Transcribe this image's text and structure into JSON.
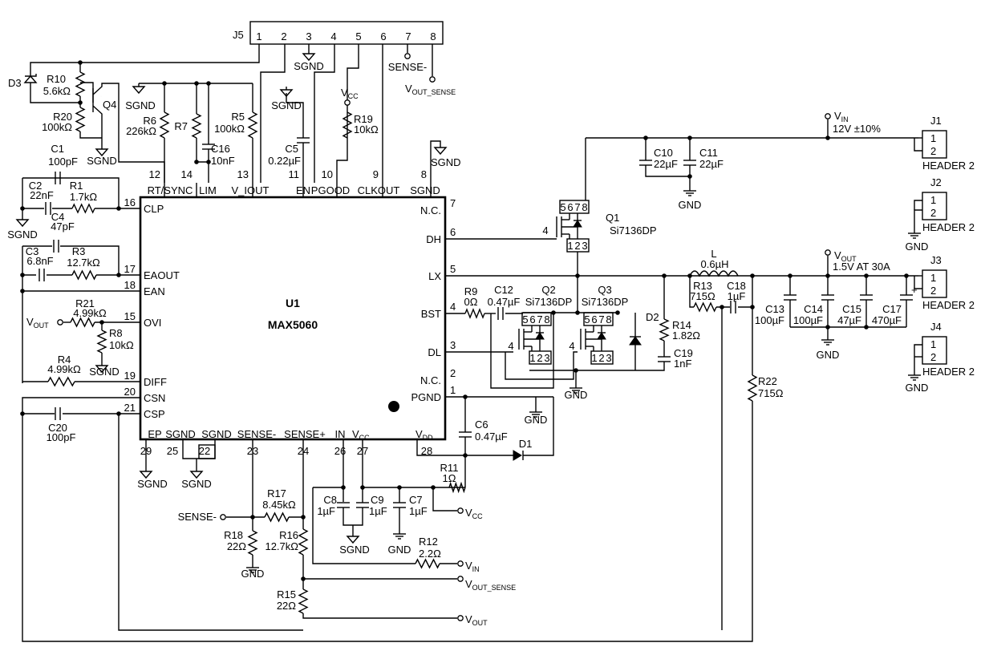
{
  "title": "",
  "ic": {
    "ref": "U1",
    "part": "MAX5060",
    "left_pins": [
      {
        "num": "16",
        "name": "CLP"
      },
      {
        "num": "17",
        "name": "EAOUT"
      },
      {
        "num": "18",
        "name": "EAN"
      },
      {
        "num": "15",
        "name": "OVI"
      },
      {
        "num": "19",
        "name": "DIFF"
      },
      {
        "num": "20",
        "name": "CSN"
      },
      {
        "num": "21",
        "name": "CSP"
      }
    ],
    "top_pins": [
      {
        "num": "12",
        "name": "RT/SYNC"
      },
      {
        "num": "14",
        "name": "LIM"
      },
      {
        "num": "13",
        "name": "V_IOUT"
      },
      {
        "num": "11",
        "name": "EN"
      },
      {
        "num": "10",
        "name": "PGOOD"
      },
      {
        "num": "9",
        "name": "CLKOUT"
      },
      {
        "num": "8",
        "name": "SGND"
      }
    ],
    "right_pins": [
      {
        "num": "7",
        "name": "N.C."
      },
      {
        "num": "6",
        "name": "DH"
      },
      {
        "num": "5",
        "name": "LX"
      },
      {
        "num": "4",
        "name": "BST"
      },
      {
        "num": "3",
        "name": "DL"
      },
      {
        "num": "2",
        "name": "N.C."
      },
      {
        "num": "1",
        "name": "PGND"
      }
    ],
    "bottom_pins": [
      {
        "num": "29",
        "name": "EP"
      },
      {
        "num": "25",
        "name": "SGND"
      },
      {
        "num": "22",
        "name": "SGND"
      },
      {
        "num": "23",
        "name": "SENSE-"
      },
      {
        "num": "24",
        "name": "SENSE+"
      },
      {
        "num": "26",
        "name": "IN"
      },
      {
        "num": "27",
        "name": "VCC"
      },
      {
        "num": "28",
        "name": "VDD"
      }
    ]
  },
  "connector_j5": {
    "ref": "J5",
    "pins": [
      "1",
      "2",
      "3",
      "4",
      "5",
      "6",
      "7",
      "8"
    ],
    "sense_minus": "SENSE-",
    "vout_sense": "VOUT_SENSE",
    "sgnd": "SGND"
  },
  "components": [
    {
      "ref": "D3",
      "value": ""
    },
    {
      "ref": "R10",
      "value": "5.6kΩ"
    },
    {
      "ref": "R20",
      "value": "100kΩ"
    },
    {
      "ref": "Q4",
      "value": ""
    },
    {
      "ref": "R6",
      "value": "226kΩ"
    },
    {
      "ref": "R7",
      "value": ""
    },
    {
      "ref": "C16",
      "value": "10nF"
    },
    {
      "ref": "R5",
      "value": "100kΩ"
    },
    {
      "ref": "C5",
      "value": "0.22µF"
    },
    {
      "ref": "R19",
      "value": "10kΩ"
    },
    {
      "ref": "C1",
      "value": "100pF"
    },
    {
      "ref": "C2",
      "value": "22nF"
    },
    {
      "ref": "R1",
      "value": "1.7kΩ"
    },
    {
      "ref": "C4",
      "value": "47pF"
    },
    {
      "ref": "C3",
      "value": "6.8nF"
    },
    {
      "ref": "R3",
      "value": "12.7kΩ"
    },
    {
      "ref": "R21",
      "value": "4.99kΩ"
    },
    {
      "ref": "R8",
      "value": "10kΩ"
    },
    {
      "ref": "R4",
      "value": "4.99kΩ"
    },
    {
      "ref": "C20",
      "value": "100pF"
    },
    {
      "ref": "Q1",
      "value": "Si7136DP"
    },
    {
      "ref": "Q2",
      "value": "Si7136DP"
    },
    {
      "ref": "Q3",
      "value": "Si7136DP"
    },
    {
      "ref": "C10",
      "value": "22µF"
    },
    {
      "ref": "C11",
      "value": "22µF"
    },
    {
      "ref": "L",
      "value": "0.6µH"
    },
    {
      "ref": "R13",
      "value": "715Ω"
    },
    {
      "ref": "C18",
      "value": "1µF"
    },
    {
      "ref": "R14",
      "value": "1.82Ω"
    },
    {
      "ref": "D2",
      "value": ""
    },
    {
      "ref": "C19",
      "value": "1nF"
    },
    {
      "ref": "R9",
      "value": "0Ω"
    },
    {
      "ref": "C12",
      "value": "0.47µF"
    },
    {
      "ref": "C6",
      "value": "0.47µF"
    },
    {
      "ref": "D1",
      "value": ""
    },
    {
      "ref": "R11",
      "value": "1Ω"
    },
    {
      "ref": "C8",
      "value": "1µF"
    },
    {
      "ref": "C9",
      "value": "1µF"
    },
    {
      "ref": "C7",
      "value": "1µF"
    },
    {
      "ref": "R12",
      "value": "2.2Ω"
    },
    {
      "ref": "R17",
      "value": "8.45kΩ"
    },
    {
      "ref": "R18",
      "value": "22Ω"
    },
    {
      "ref": "R16",
      "value": "12.7kΩ"
    },
    {
      "ref": "R15",
      "value": "22Ω"
    },
    {
      "ref": "R22",
      "value": "715Ω"
    },
    {
      "ref": "C13",
      "value": "100µF"
    },
    {
      "ref": "C14",
      "value": "100µF"
    },
    {
      "ref": "C15",
      "value": "47µF"
    },
    {
      "ref": "C17",
      "value": "470µF"
    }
  ],
  "headers": [
    {
      "ref": "J1",
      "label": "HEADER 2",
      "pins": [
        "1",
        "2"
      ]
    },
    {
      "ref": "J2",
      "label": "HEADER 2",
      "pins": [
        "1",
        "2"
      ]
    },
    {
      "ref": "J3",
      "label": "HEADER 2",
      "pins": [
        "1",
        "2"
      ]
    },
    {
      "ref": "J4",
      "label": "HEADER 2",
      "pins": [
        "1",
        "2"
      ]
    }
  ],
  "nets": {
    "sgnd": "SGND",
    "gnd": "GND",
    "vin": "V",
    "vin_sub": "IN",
    "vin_spec": "12V ±10%",
    "vout": "V",
    "vout_sub": "OUT",
    "vout_spec": "1.5V AT 30A",
    "vcc": "V",
    "vcc_sub": "CC",
    "sense_minus": "SENSE-",
    "vout_sense": "V",
    "vout_sense_sub": "OUT_SENSE"
  }
}
